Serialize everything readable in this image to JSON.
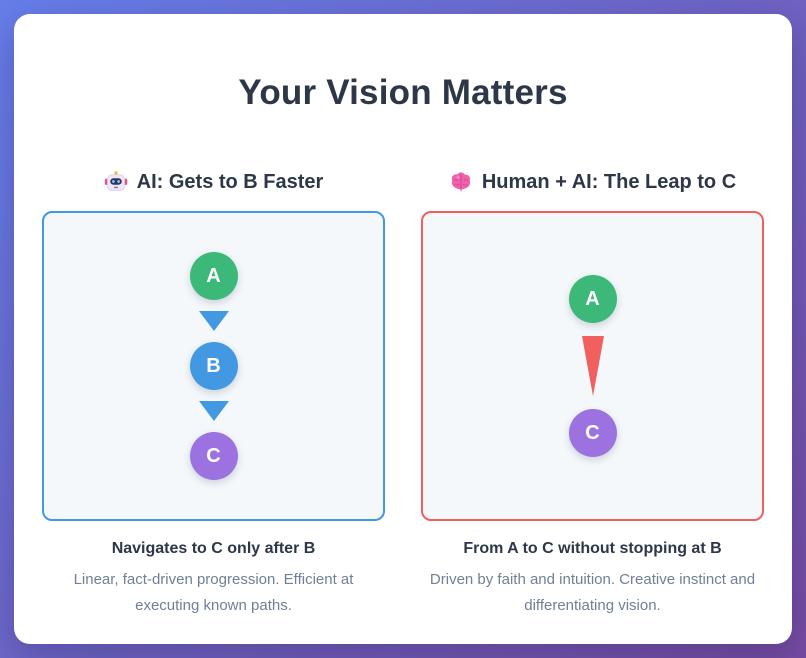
{
  "page": {
    "title": "Your Vision Matters"
  },
  "theme": {
    "background_gradient": [
      "#667eea",
      "#764ba2"
    ],
    "card_background": "#ffffff",
    "heading_text_color": "#2d3748",
    "muted_text_color": "#718096",
    "panel_background": "#f4f8fb",
    "blue_accent": "#4299e1",
    "green_accent": "#3cb878",
    "purple_accent": "#9b72e0",
    "red_accent": "#f25f5f"
  },
  "columns": [
    {
      "icon": "robot-icon",
      "heading": "AI: Gets to B Faster",
      "panel": {
        "border_color": "#4299e1",
        "arrow_color": "#4299e1",
        "arrow_style": "short-down-triangles",
        "nodes": [
          {
            "label": "A",
            "color": "#3cb878"
          },
          {
            "label": "B",
            "color": "#4299e1"
          },
          {
            "label": "C",
            "color": "#9b72e0"
          }
        ]
      },
      "caption_title": "Navigates to C only after B",
      "caption_body": "Linear, fact-driven progression. Efficient at executing known paths."
    },
    {
      "icon": "brain-icon",
      "heading": "Human + AI: The Leap to C",
      "panel": {
        "border_color": "#f25f5f",
        "arrow_color": "#f25f5f",
        "arrow_style": "long-tapered-spike",
        "nodes": [
          {
            "label": "A",
            "color": "#3cb878"
          },
          {
            "label": "C",
            "color": "#9b72e0"
          }
        ]
      },
      "caption_title": "From A to C without stopping at B",
      "caption_body": "Driven by faith and intuition. Creative instinct and differentiating vision."
    }
  ]
}
